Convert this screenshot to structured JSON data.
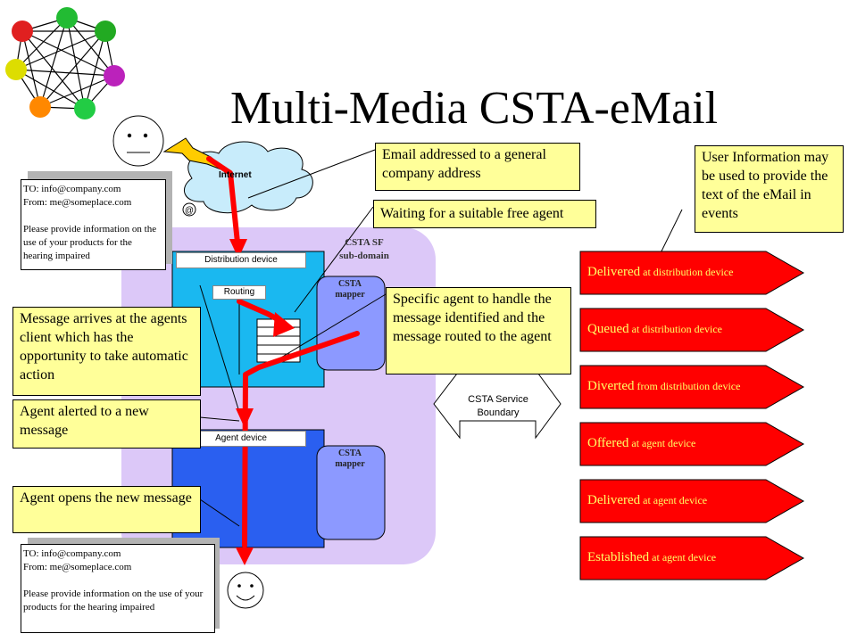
{
  "title": "Multi-Media CSTA-eMail",
  "internet_label": "Internet",
  "domain_label": "CSTA SF\nsub-domain",
  "distribution_device_label": "Distribution  device",
  "routing_label": "Routing",
  "agent_device_label": "Agent  device",
  "csta_mapper_label": "CSTA\nmapper",
  "boundary_label": "CSTA Service\nBoundary",
  "email_top": {
    "to": "TO: info@company.com",
    "from": "From: me@someplace.com",
    "body": "Please provide information on the use of your products for the hearing impaired"
  },
  "email_bottom": {
    "to": "TO: info@company.com",
    "from": "From: me@someplace.com",
    "body": "Please provide information on the use of your products for the hearing impaired"
  },
  "callouts": {
    "email_addressed": "Email addressed to a general company address",
    "waiting": "Waiting for a suitable free agent",
    "user_info": "User Information may be used to provide the text of the eMail in events",
    "specific_agent": "Specific agent to handle the message identified and the message routed to the agent",
    "message_arrives": "Message arrives at the agents client which has the opportunity to take automatic action",
    "agent_alerted": "Agent alerted to a new message",
    "agent_opens": "Agent opens the new message"
  },
  "events": [
    {
      "event": "Delivered",
      "location": " at distribution device"
    },
    {
      "event": "Queued",
      "location": " at distribution device"
    },
    {
      "event": "Diverted",
      "location": " from distribution device"
    },
    {
      "event": "Offered",
      "location": " at agent device"
    },
    {
      "event": "Delivered",
      "location": " at agent device"
    },
    {
      "event": "Established",
      "location": " at agent device"
    }
  ],
  "colors": {
    "domain_fill": "#dcc8f8",
    "distribution_fill": "#1ab8f0",
    "agent_fill": "#2a5ff0",
    "mapper_fill": "#8c99ff",
    "callout_fill": "#ffff99",
    "event_arrow_fill": "#ff0000",
    "flow_line": "#ff0000"
  }
}
